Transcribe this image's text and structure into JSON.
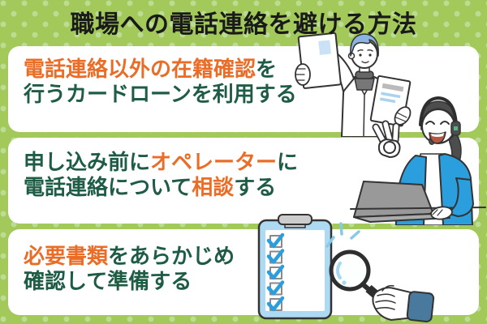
{
  "title": "職場への電話連絡を避ける方法",
  "colors": {
    "background_green": "#a3c95b",
    "dot_green": "#bcdc93",
    "panel_white": "#ffffff",
    "title_black": "#1a1a1a",
    "text_dark_green": "#1e5c46",
    "text_accent_orange": "#ea6d27",
    "illustration_blue": "#2b9fde",
    "clipboard_light_blue": "#aed9f2",
    "cuff_steel_blue": "#49799c",
    "hair_light_blue": "#8cb4e2",
    "hair_dark_gray": "#4d4d4d"
  },
  "tips": [
    {
      "illustration": "man-holding-documents",
      "lines": [
        {
          "segments": [
            {
              "text": "電話連絡以外の在籍確認",
              "color": "accent"
            },
            {
              "text": "を",
              "color": "base"
            }
          ]
        },
        {
          "segments": [
            {
              "text": "行うカードローンを利用する",
              "color": "base"
            }
          ]
        }
      ]
    },
    {
      "illustration": "operator-woman-at-laptop",
      "lines": [
        {
          "segments": [
            {
              "text": "申し込み前に",
              "color": "base"
            },
            {
              "text": "オペレーター",
              "color": "accent"
            },
            {
              "text": "に",
              "color": "base"
            }
          ]
        },
        {
          "segments": [
            {
              "text": "電話連絡について",
              "color": "base"
            },
            {
              "text": "相談",
              "color": "accent"
            },
            {
              "text": "する",
              "color": "base"
            }
          ]
        }
      ]
    },
    {
      "illustration": "clipboard-checklist-magnifier",
      "lines": [
        {
          "segments": [
            {
              "text": "必要書類",
              "color": "accent"
            },
            {
              "text": "をあらかじめ",
              "color": "base"
            }
          ]
        },
        {
          "segments": [
            {
              "text": "確認して準備する",
              "color": "base"
            }
          ]
        }
      ]
    }
  ]
}
